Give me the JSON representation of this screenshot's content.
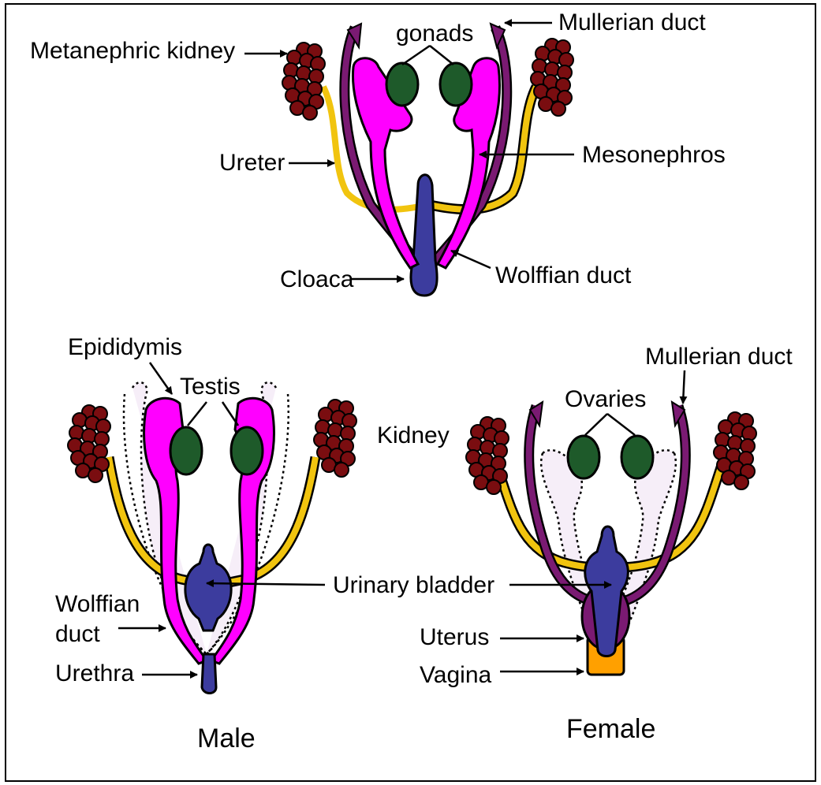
{
  "colors": {
    "kidney": "#7a0d10",
    "ureter": "#f1c40f",
    "mesonephros": "#ff00ff",
    "mullerian": "#7a1a72",
    "gonad": "#1e5a2a",
    "bladder": "#3c3c9e",
    "vagina": "#ffa000",
    "regressed": "#f6eef8"
  },
  "top": {
    "labels": {
      "metanephric_kidney": "Metanephric kidney",
      "gonads": "gonads",
      "mullerian_duct": "Mullerian duct",
      "ureter": "Ureter",
      "mesonephros": "Mesonephros",
      "cloaca": "Cloaca",
      "wolffian_duct": "Wolffian duct"
    }
  },
  "male": {
    "caption": "Male",
    "labels": {
      "epididymis": "Epididymis",
      "testis": "Testis",
      "kidney": "Kidney",
      "wolffian": "Wolffian",
      "duct": "duct",
      "urethra": "Urethra",
      "urinary_bladder": "Urinary bladder"
    }
  },
  "female": {
    "caption": "Female",
    "labels": {
      "mullerian_duct": "Mullerian duct",
      "ovaries": "Ovaries",
      "uterus": "Uterus",
      "vagina": "Vagina"
    }
  }
}
